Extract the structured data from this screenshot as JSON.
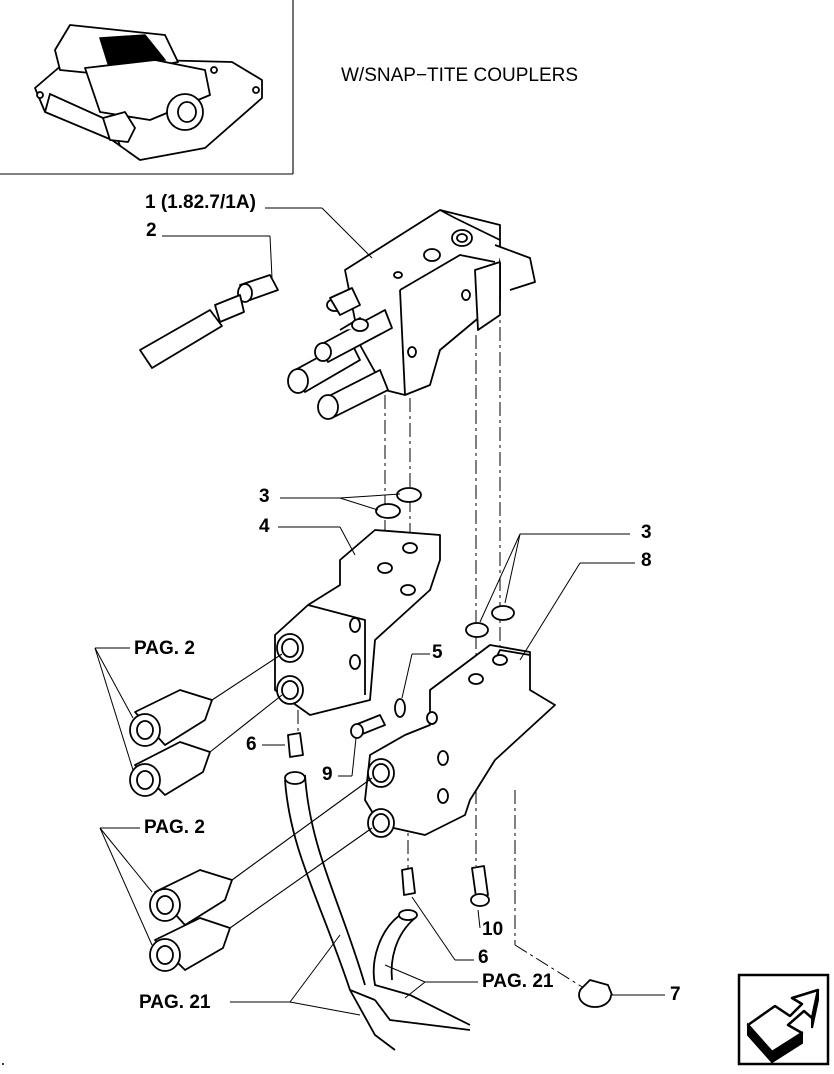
{
  "title": "W/SNAP−TITE COUPLERS",
  "callouts": {
    "c1": "1 (1.82.7/1A)",
    "c2": "2",
    "c3a": "3",
    "c4": "4",
    "c3b": "3",
    "c8": "8",
    "c5": "5",
    "c6a": "6",
    "c9": "9",
    "c10": "10",
    "c6b": "6",
    "c7": "7",
    "pag2a": "PAG. 2",
    "pag2b": "PAG. 2",
    "pag21a": "PAG. 21",
    "pag21b": "PAG. 21"
  },
  "icons": {
    "thumbnail": "tractor-hydraulic-lift-thumbnail",
    "navigation": "next-page-arrow-icon"
  }
}
